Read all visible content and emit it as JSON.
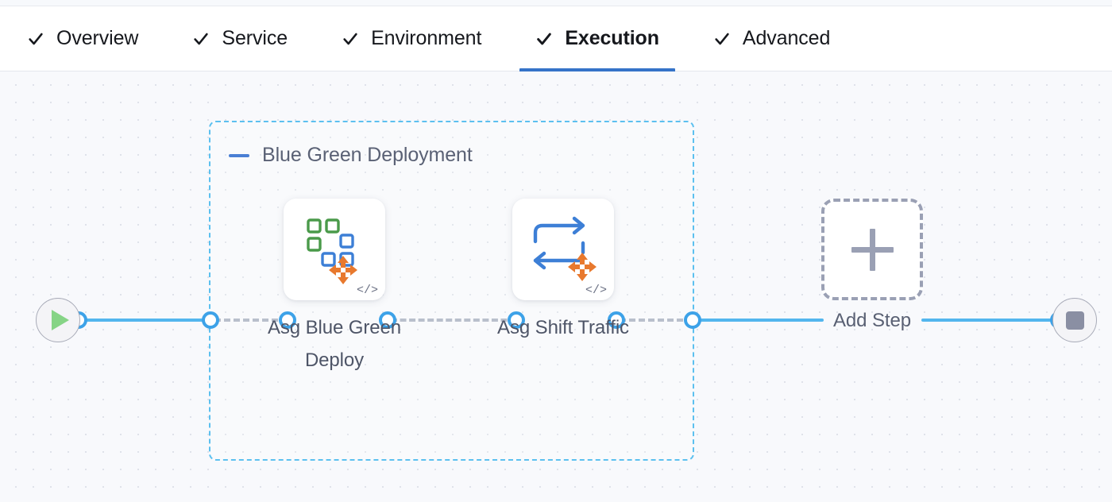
{
  "tabs": [
    {
      "label": "Overview",
      "icon": "check-icon",
      "active": false
    },
    {
      "label": "Service",
      "icon": "check-icon",
      "active": false
    },
    {
      "label": "Environment",
      "icon": "check-icon",
      "active": false
    },
    {
      "label": "Execution",
      "icon": "check-icon",
      "active": true
    },
    {
      "label": "Advanced",
      "icon": "check-icon",
      "active": false
    }
  ],
  "canvas": {
    "start_node": {
      "icon": "play-icon",
      "name": "pipeline-start"
    },
    "end_node": {
      "icon": "stop-icon",
      "name": "pipeline-end"
    },
    "group": {
      "title": "Blue Green Deployment",
      "collapse_icon": "minus-icon",
      "steps": [
        {
          "label": "Asg Blue Green Deploy",
          "icon": "asg-blue-green-deploy-icon",
          "badge_icon": "move-arrows-icon",
          "corner_icon": "code-icon",
          "corner_glyph": "</>"
        },
        {
          "label": "Asg Shift Traffic",
          "icon": "asg-shift-traffic-icon",
          "badge_icon": "move-arrows-icon",
          "corner_icon": "code-icon",
          "corner_glyph": "</>"
        }
      ]
    },
    "add_step": {
      "label": "Add Step",
      "icon": "plus-icon"
    }
  },
  "colors": {
    "accent_blue": "#3573c8",
    "edge_blue": "#53b6ee",
    "group_border": "#5cc0ef",
    "edge_dashed": "#b9bfcc",
    "icon_green": "#4a9a4a",
    "icon_blue": "#3d7fd6",
    "icon_orange": "#e8792e",
    "canvas_bg": "#f8f9fc"
  }
}
